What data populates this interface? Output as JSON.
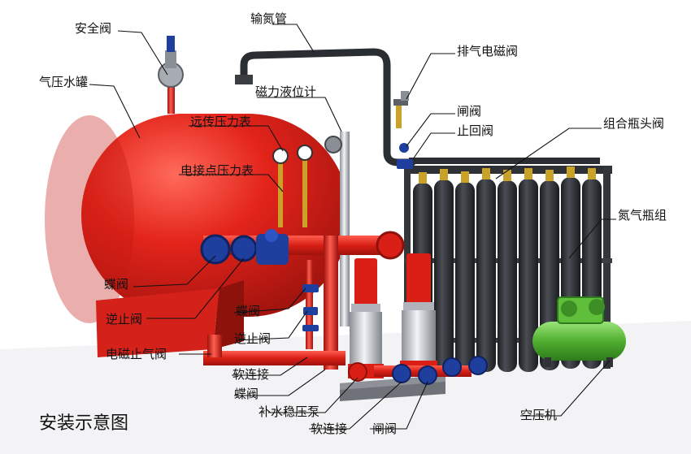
{
  "diagram": {
    "title": "安装示意图",
    "labels": {
      "safety_valve": "安全阀",
      "nitrogen_pipe": "输氮管",
      "exhaust_solenoid": "排气电磁阀",
      "pressure_tank": "气压水罐",
      "magnetic_level": "磁力液位计",
      "gate_valve_top": "闸阀",
      "remote_gauge": "远传压力表",
      "check_valve_top": "止回阀",
      "cylinder_valve": "组合瓶头阀",
      "contact_gauge": "电接点压力表",
      "nitrogen_cylinders": "氮气瓶组",
      "butterfly_left": "蝶阀",
      "check_left": "逆止阀",
      "butterfly_mid": "蝶阀",
      "check_mid": "逆止阀",
      "solenoid_stop": "电磁止气阀",
      "soft_joint_1": "软连接",
      "butterfly_bottom": "蝶阀",
      "booster_pump": "补水稳压泵",
      "soft_joint_2": "软连接",
      "gate_bottom": "闸阀",
      "compressor": "空压机"
    },
    "colors": {
      "tank_red": "#e3241b",
      "pipe_dark": "#2a2d31",
      "cylinder": "#2c2f33",
      "valve_blue": "#1f3f9e",
      "compressor_green": "#5fbf3a",
      "background": "#ffffff",
      "floor": "#f0f0f2"
    }
  }
}
